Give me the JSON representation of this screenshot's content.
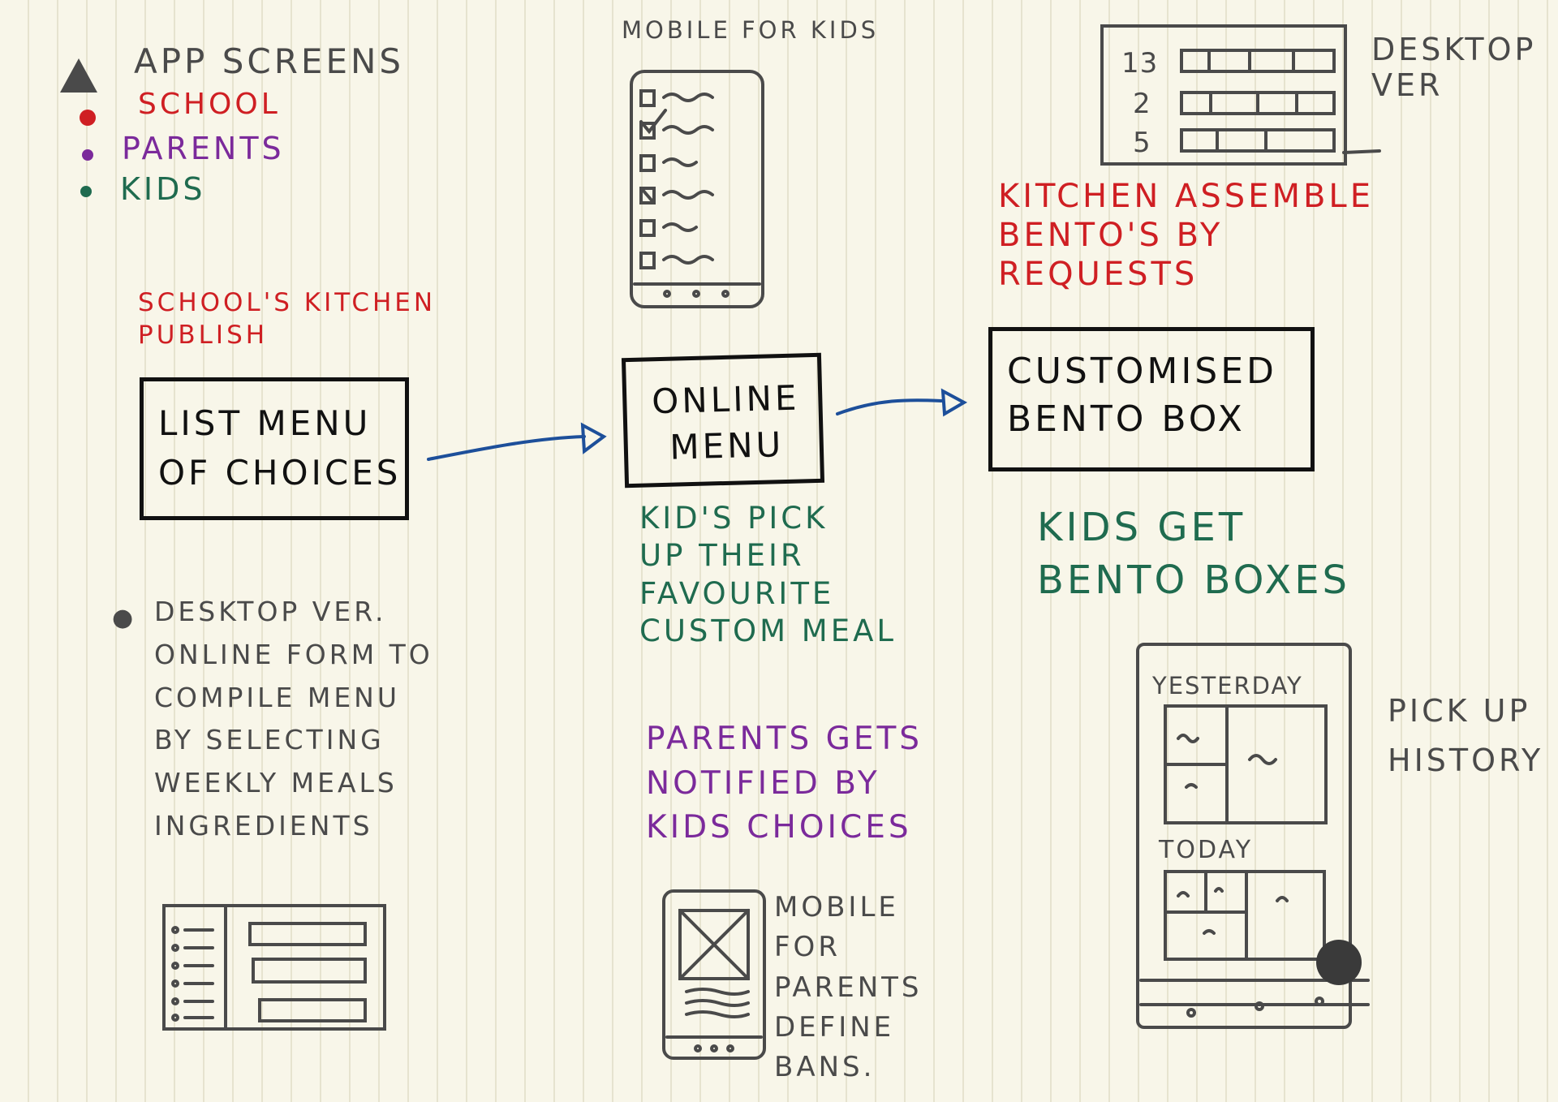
{
  "legend": {
    "title": "APP SCREENS",
    "items": [
      {
        "label": "SCHOOL",
        "color": "#cf1f23",
        "marker": "dot"
      },
      {
        "label": "PARENTS",
        "color": "#7b2a9b",
        "marker": "dot"
      },
      {
        "label": "KIDS",
        "color": "#1f6b4f",
        "marker": "dot"
      }
    ],
    "title_marker": "triangle-icon"
  },
  "school_publish_note": "SCHOOL'S KITCHEN\nPUBLISH",
  "box_list_menu": "LIST MENU\nOF CHOICES",
  "box_online_menu": "ONLINE\nMENU",
  "box_bento": "CUSTOMISED\nBENTO BOX",
  "mobile_kids_label": "MOBILE FOR KIDS",
  "desktop_ver_label": "DESKTOP\nVER",
  "desktop_rows": [
    "13",
    "2",
    "5"
  ],
  "kitchen_note": "KITCHEN ASSEMBLE\nBENTO'S BY\nREQUESTS",
  "kids_pick_note": "KID'S PICK\nUP THEIR\nFAVOURITE\nCUSTOM MEAL",
  "kids_get_note": "KIDS GET\nBENTO BOXES",
  "desktop_form_note": "DESKTOP VER.\nONLINE FORM TO\nCOMPILE MENU\nBY SELECTING\nWEEKLY MEALS\nINGREDIENTS",
  "parents_note": "PARENTS GETS\nNOTIFIED BY\nKIDS CHOICES",
  "mobile_parents_note": "MOBILE\nFOR\nPARENTS\nDEFINE\nBANS.",
  "history_label": "PICK UP\nHISTORY",
  "history_yesterday": "YESTERDAY",
  "history_today": "TODAY",
  "colors": {
    "school": "#cf1f23",
    "parents": "#7b2a9b",
    "kids": "#1f6b4f",
    "arrow": "#1d4f9a",
    "ink": "#4a4a4a"
  }
}
